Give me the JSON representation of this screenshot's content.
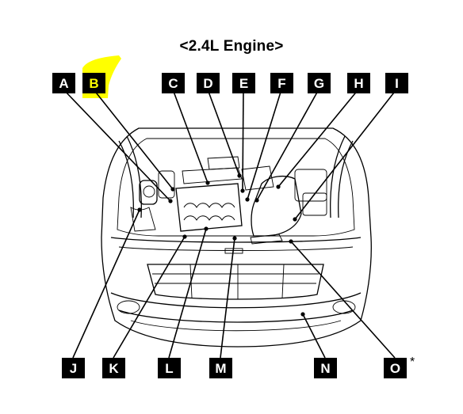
{
  "title": "<2.4L Engine>",
  "highlight_color": "#ffff00",
  "label_box_color": "#000000",
  "labels": [
    {
      "id": "A",
      "text": "A"
    },
    {
      "id": "B",
      "text": "B",
      "highlighted": true
    },
    {
      "id": "C",
      "text": "C"
    },
    {
      "id": "D",
      "text": "D"
    },
    {
      "id": "E",
      "text": "E"
    },
    {
      "id": "F",
      "text": "F"
    },
    {
      "id": "G",
      "text": "G"
    },
    {
      "id": "H",
      "text": "H"
    },
    {
      "id": "I",
      "text": "I"
    },
    {
      "id": "J",
      "text": "J"
    },
    {
      "id": "K",
      "text": "K"
    },
    {
      "id": "L",
      "text": "L"
    },
    {
      "id": "M",
      "text": "M"
    },
    {
      "id": "N",
      "text": "N"
    },
    {
      "id": "O",
      "text": "O",
      "note": "*"
    }
  ]
}
